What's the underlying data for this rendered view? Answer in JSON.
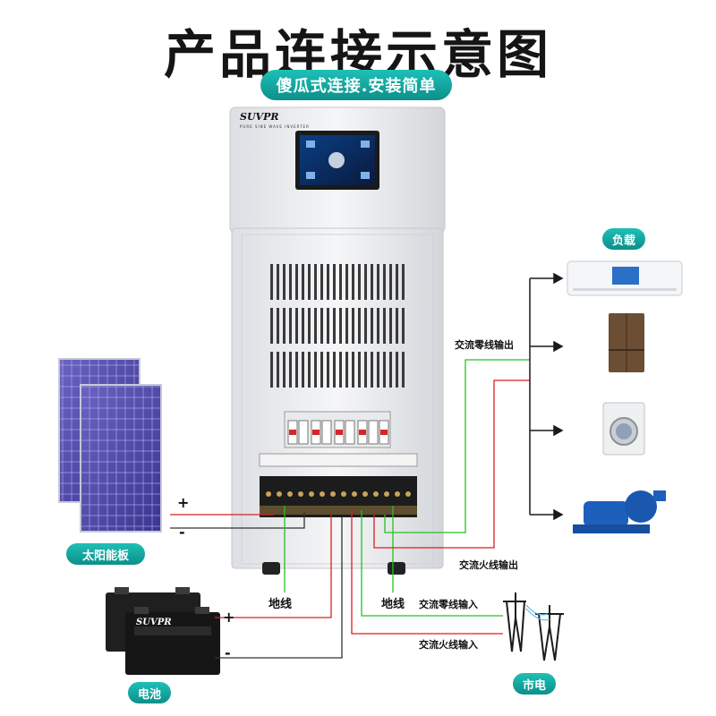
{
  "header": {
    "title": "产品连接示意图",
    "subtitle": "傻瓜式连接.安装简单"
  },
  "inverter": {
    "brand": "SUVPR",
    "model_line": "PURE SINE WAVE INVERTER"
  },
  "labels": {
    "load": "负载",
    "solar_panel": "太阳能板",
    "battery": "电池",
    "grid": "市电",
    "ground_left": "地线",
    "ground_right": "地线",
    "ac_neutral_out": "交流零线输出",
    "ac_live_out": "交流火线输出",
    "ac_neutral_in": "交流零线输入",
    "ac_live_in": "交流火线输入",
    "solar_plus": "+",
    "solar_minus": "-",
    "battery_plus": "+",
    "battery_minus": "-"
  },
  "battery": {
    "brand": "SUVPR"
  },
  "colors": {
    "accent": "#12a9a2",
    "wire_live": "#d82020",
    "wire_neutral": "#22c322",
    "wire_dc": "#222222"
  }
}
